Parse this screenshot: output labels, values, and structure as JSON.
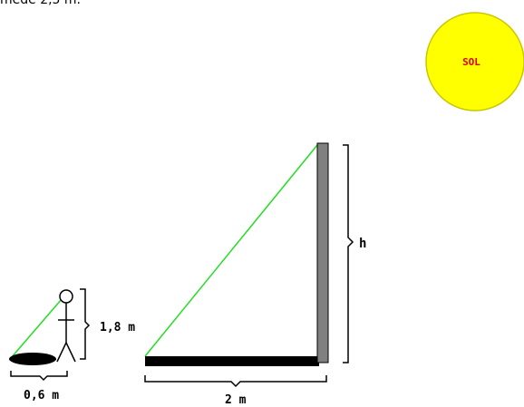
{
  "top_text": "mede 2,5 m.",
  "sun": {
    "label": "SOL",
    "fill_color": "#ffff00",
    "stroke_color": "#c8c800",
    "label_color": "#e00000"
  },
  "person": {
    "height_label": "1,8 m",
    "shadow_label": "0,6 m"
  },
  "pole": {
    "height_label": "h",
    "shadow_label": "2 m"
  },
  "colors": {
    "ray": "#22dd22",
    "shadow": "#000000",
    "pole": "#808080",
    "lines": "#000000"
  }
}
